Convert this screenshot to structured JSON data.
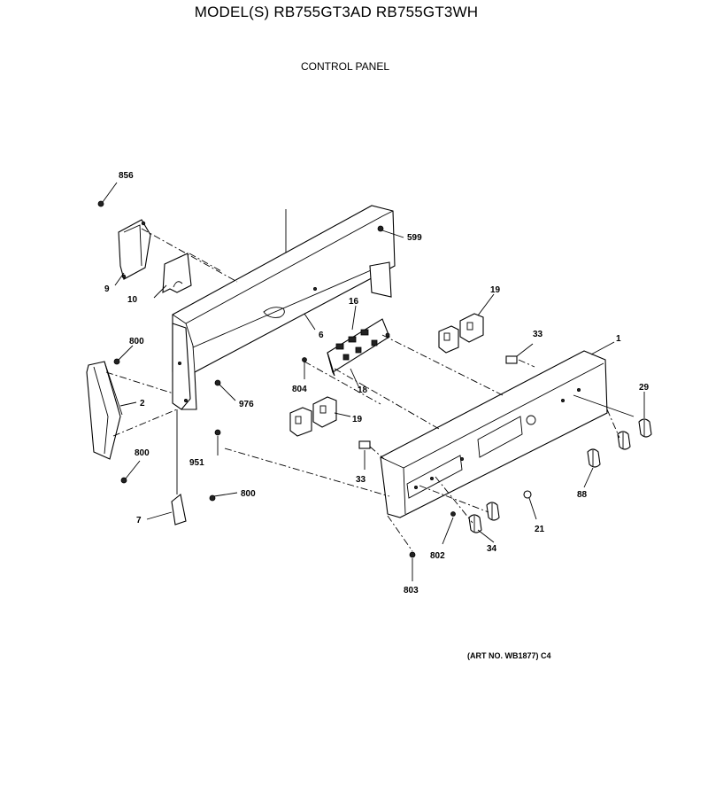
{
  "header": {
    "title": "MODEL(S) RB755GT3AD  RB755GT3WH",
    "subtitle": "CONTROL PANEL"
  },
  "footer": {
    "art_number": "(ART NO. WB1877) C4"
  },
  "callouts": [
    {
      "id": "856"
    },
    {
      "id": "599"
    },
    {
      "id": "9"
    },
    {
      "id": "10"
    },
    {
      "id": "19"
    },
    {
      "id": "16"
    },
    {
      "id": "6"
    },
    {
      "id": "33"
    },
    {
      "id": "1"
    },
    {
      "id": "800"
    },
    {
      "id": "804"
    },
    {
      "id": "18"
    },
    {
      "id": "2"
    },
    {
      "id": "976"
    },
    {
      "id": "29"
    },
    {
      "id": "19"
    },
    {
      "id": "951"
    },
    {
      "id": "800"
    },
    {
      "id": "33"
    },
    {
      "id": "88"
    },
    {
      "id": "21"
    },
    {
      "id": "800"
    },
    {
      "id": "7"
    },
    {
      "id": "802"
    },
    {
      "id": "34"
    },
    {
      "id": "803"
    }
  ]
}
